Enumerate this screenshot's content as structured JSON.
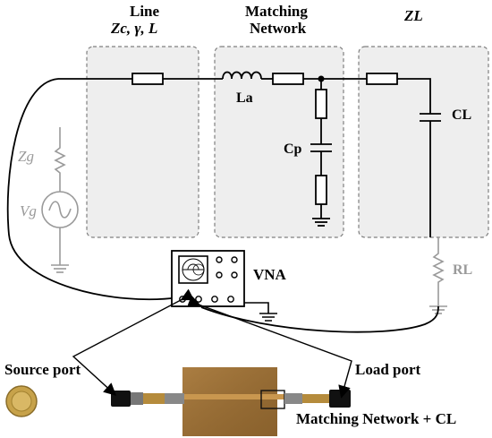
{
  "headers": {
    "line_title": "Line",
    "line_params": "Zc, γ, L",
    "matching_title_1": "Matching",
    "matching_title_2": "Network",
    "load_title": "ZL"
  },
  "components": {
    "La": "La",
    "Cp": "Cp",
    "CL": "CL",
    "RL": "RL",
    "Zg": "Zg",
    "Vg": "Vg"
  },
  "instrument": {
    "name": "VNA"
  },
  "photo_labels": {
    "source_port": "Source port",
    "load_port": "Load port",
    "matching_caption": "Matching Network + CL"
  },
  "colors": {
    "box_fill": "#eeeeee",
    "box_stroke": "#7f7f7f",
    "wire": "#000000",
    "source_gray": "#9a9a9a",
    "pcb": "#9c7036",
    "coin": "#c7a24a"
  }
}
